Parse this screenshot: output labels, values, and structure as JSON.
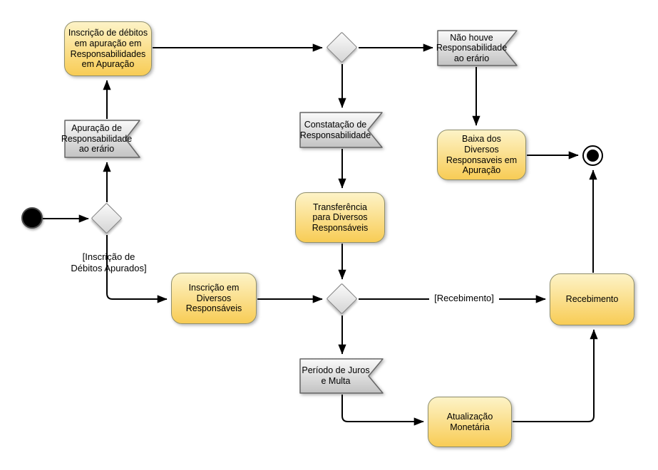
{
  "diagram": {
    "nodes": {
      "start": {
        "type": "initial-node"
      },
      "end": {
        "type": "activity-final-node"
      },
      "inscricao_debitos_apuracao": {
        "type": "activity",
        "label": "Inscrição de débitos\nem apuração em\nResponsabilidades\nem Apuração"
      },
      "apuracao_responsabilidade": {
        "type": "event",
        "label": "Apuração de\nResponsabilidade\nao erário"
      },
      "inscricao_diversos": {
        "type": "activity",
        "label": "Inscrição em\nDiversos\nResponsáveis"
      },
      "nao_houve_responsabilidade": {
        "type": "event",
        "label": "Não houve\nResponsabilidade\nao erário"
      },
      "baixa_diversos": {
        "type": "activity",
        "label": "Baixa dos\nDiversos\nResponsaveis em\nApuração"
      },
      "constatacao_responsabilidade": {
        "type": "event",
        "label": "Constatação de\nResponsabilidade"
      },
      "transferencia_diversos": {
        "type": "activity",
        "label": "Transferência\npara Diversos\nResponsáveis"
      },
      "recebimento": {
        "type": "activity",
        "label": "Recebimento"
      },
      "periodo_juros_multa": {
        "type": "event",
        "label": "Período de Juros\ne Multa"
      },
      "atualizacao_monetaria": {
        "type": "activity",
        "label": "Atualização\nMonetária"
      },
      "decision_left": {
        "type": "decision"
      },
      "decision_top": {
        "type": "decision"
      },
      "decision_mid": {
        "type": "decision"
      }
    },
    "edge_labels": {
      "guard_inscricao_debitos": "[Inscrição de\nDébitos Apurados]",
      "guard_recebimento": "[Recebimento]"
    },
    "colors": {
      "activity_fill_top": "#FDF3C7",
      "activity_fill_bottom": "#F8CC55",
      "activity_border": "#91906C",
      "event_fill_top": "#FAFAFA",
      "event_fill_bottom": "#C2C2C2",
      "event_border": "#666666",
      "decision_border": "#7E7E7E",
      "edge_color": "#000000",
      "background": "#FFFFFF"
    }
  }
}
